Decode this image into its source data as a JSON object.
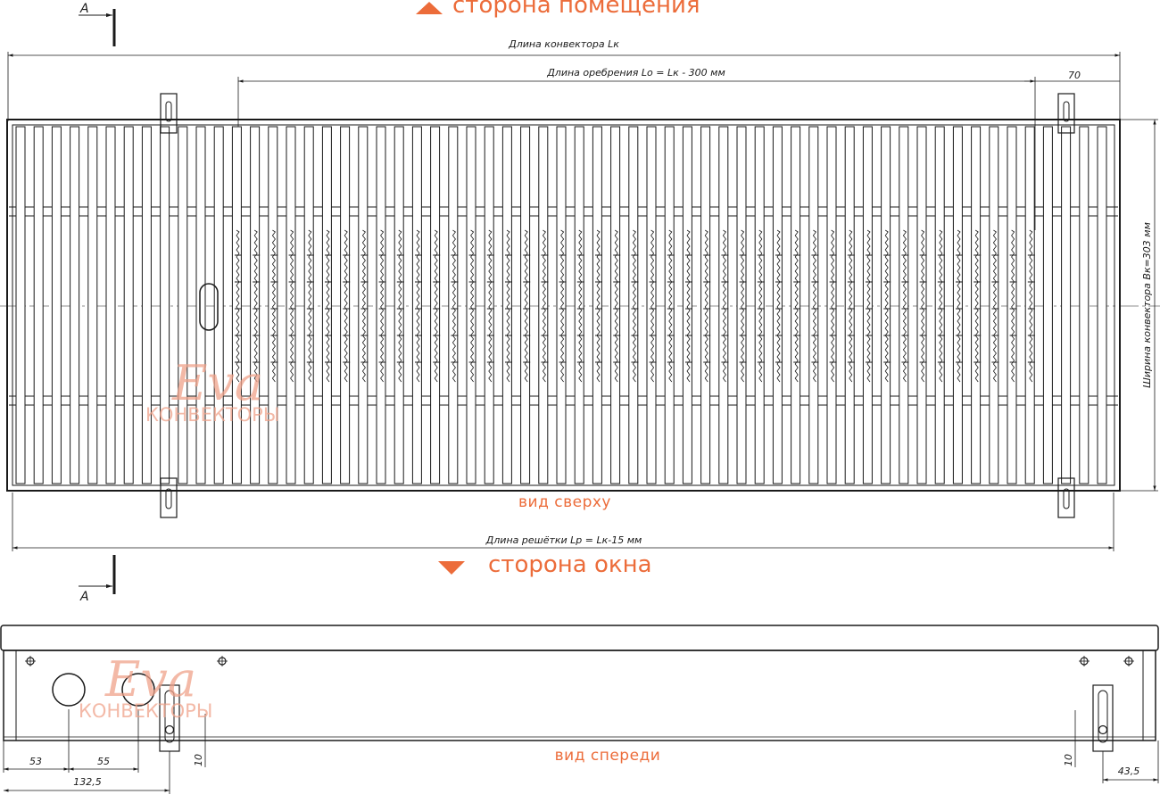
{
  "labels": {
    "room_side": "сторона помещения",
    "window_side": "сторона окна",
    "top_view": "вид сверху",
    "front_view": "вид спереди",
    "section_mark": "А"
  },
  "dimensions": {
    "convector_length": "Длина конвектора Lк",
    "fin_length": "Длина оребрения Lо = Lк - 300 мм",
    "grille_length": "Длина решётки Lр = Lк-15 мм",
    "convector_width": "Ширина конвектора Вк=303 мм",
    "end_offset": "70",
    "pipe_offset_1": "53",
    "pipe_spacing": "55",
    "pipe_total": "132,5",
    "bracket_height_left": "10",
    "bracket_height_right": "10",
    "right_offset": "43,5"
  },
  "watermark": {
    "brand": "Eva",
    "subtitle": "КОНВЕКТОРЫ"
  },
  "colors": {
    "accent": "#ec6c3a",
    "line": "#1a1a1a",
    "watermark": "#f0a28a"
  }
}
